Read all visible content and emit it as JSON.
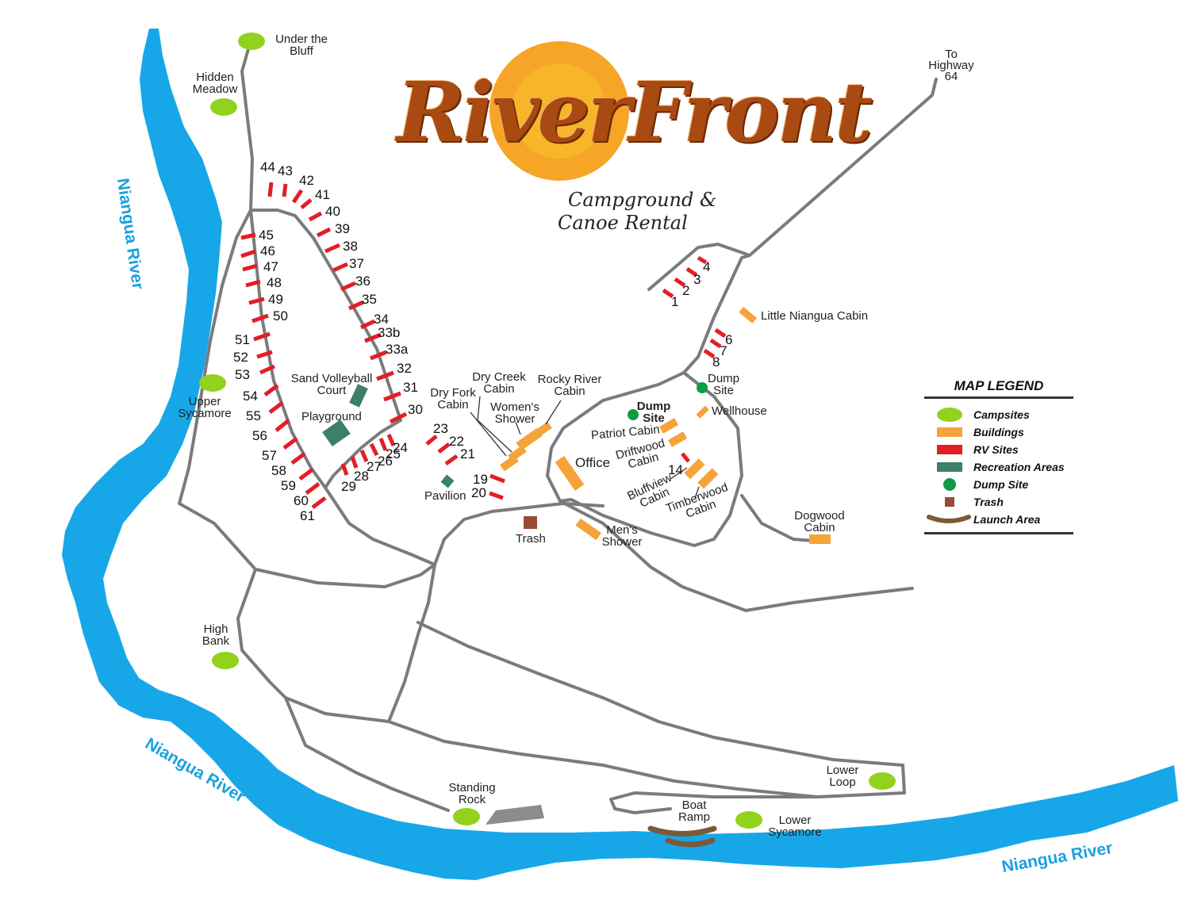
{
  "logo": {
    "title": "RiverFront",
    "subtitle_line1": "Campground &",
    "subtitle_line2": "Canoe Rental"
  },
  "colors": {
    "river": "#17a7e8",
    "road": "#7b7b7b",
    "campsite": "#92d21c",
    "building": "#f6a33b",
    "rv_site": "#e21e26",
    "recreation": "#3d7f68",
    "dump_site": "#0f9a45",
    "trash": "#9b4a36",
    "launch": "#7a5a38",
    "sun": "#f6a01a"
  },
  "rivers": [
    "Niangua River",
    "Niangua River",
    "Niangua River"
  ],
  "campsites": [
    "Under the Bluff",
    "Hidden Meadow",
    "Upper Sycamore",
    "High Bank",
    "Standing Rock",
    "Lower Loop",
    "Lower Sycamore"
  ],
  "labels": {
    "to_highway": "To Highway 64",
    "sand_volleyball": "Sand Volleyball Court",
    "playground": "Playground",
    "pavilion": "Pavilion",
    "trash": "Trash",
    "office": "Office",
    "mens_shower": "Men's Shower",
    "womens_shower": "Women's Shower",
    "dry_fork": "Dry Fork Cabin",
    "dry_creek": "Dry Creek Cabin",
    "rocky_river": "Rocky River Cabin",
    "little_niangua": "Little Niangua Cabin",
    "dump_site_1": "Dump Site",
    "dump_site_2": "Dump Site",
    "wellhouse": "Wellhouse",
    "patriot": "Patriot Cabin",
    "driftwood": "Driftwood Cabin",
    "bluffview": "Bluffview Cabin",
    "timberwood": "Timberwood Cabin",
    "dogwood": "Dogwood Cabin",
    "boat_ramp": "Boat Ramp"
  },
  "rv_site_numbers": [
    "1",
    "2",
    "3",
    "4",
    "6",
    "7",
    "8",
    "14",
    "19",
    "20",
    "21",
    "22",
    "23",
    "24",
    "25",
    "26",
    "27",
    "28",
    "29",
    "30",
    "31",
    "32",
    "33a",
    "33b",
    "34",
    "35",
    "36",
    "37",
    "38",
    "39",
    "40",
    "41",
    "42",
    "43",
    "44",
    "45",
    "46",
    "47",
    "48",
    "49",
    "50",
    "51",
    "52",
    "53",
    "54",
    "55",
    "56",
    "57",
    "58",
    "59",
    "60",
    "61"
  ],
  "legend": {
    "title": "MAP LEGEND",
    "items": [
      {
        "label": "Campsites",
        "icon": "campsite-oval"
      },
      {
        "label": "Buildings",
        "icon": "building-rect"
      },
      {
        "label": "RV Sites",
        "icon": "rv-site-rect"
      },
      {
        "label": "Recreation Areas",
        "icon": "recreation-rect"
      },
      {
        "label": "Dump Site",
        "icon": "dump-site-dot"
      },
      {
        "label": "Trash",
        "icon": "trash-square"
      },
      {
        "label": "Launch Area",
        "icon": "launch-arc"
      }
    ]
  }
}
